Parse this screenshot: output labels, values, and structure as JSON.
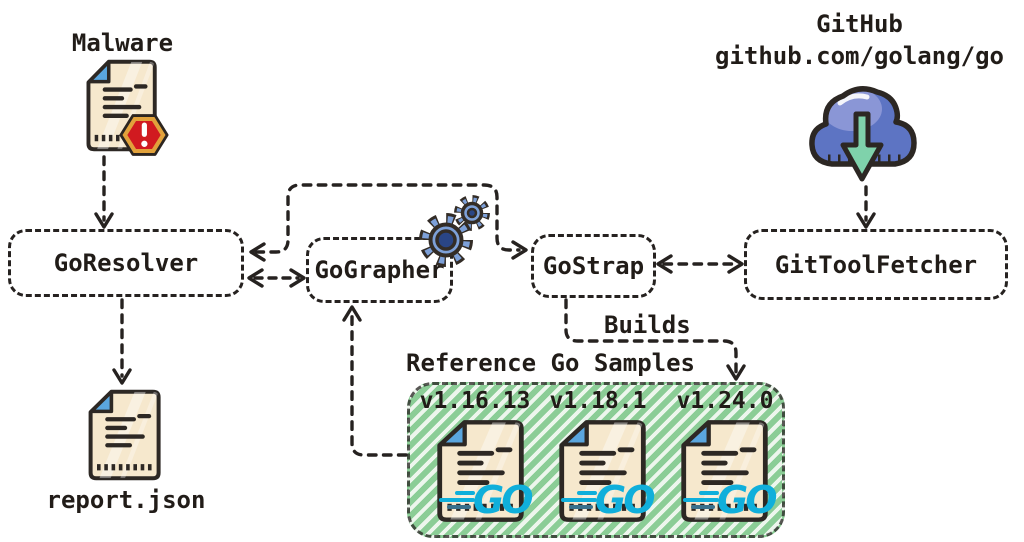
{
  "diagram": {
    "malware_label": "Malware",
    "github": {
      "name": "GitHub",
      "repo": "github.com/golang/go"
    },
    "nodes": {
      "goresolver": "GoResolver",
      "gographer": "GoGrapher",
      "gostrap": "GoStrap",
      "gittoolfetcher": "GitToolFetcher"
    },
    "report_label": "report.json",
    "builds_label": "Builds",
    "samples": {
      "title": "Reference Go Samples",
      "versions": [
        "v1.16.13",
        "v1.18.1",
        "v1.24.0"
      ],
      "file_logo": "GO"
    },
    "edges": [
      {
        "from": "Malware",
        "to": "GoResolver",
        "direction": "down"
      },
      {
        "from": "GoResolver",
        "to": "report.json",
        "direction": "down"
      },
      {
        "from": "GoResolver",
        "to": "GoGrapher",
        "direction": "both"
      },
      {
        "from": "GoResolver",
        "to": "GoStrap",
        "direction": "both",
        "route": "arc over GoGrapher"
      },
      {
        "from": "GoStrap",
        "to": "GitToolFetcher",
        "direction": "both"
      },
      {
        "from": "GitHub",
        "to": "GitToolFetcher",
        "direction": "down"
      },
      {
        "from": "GoStrap",
        "to": "Reference Go Samples",
        "direction": "down",
        "label": "Builds"
      },
      {
        "from": "Reference Go Samples",
        "to": "GoGrapher",
        "direction": "up"
      }
    ],
    "colors": {
      "ink": "#262220",
      "paper": "#f6e8cd",
      "fold_blue": "#5aa6df",
      "warning_red": "#d11a20",
      "warning_gold": "#e2a23b",
      "gear_blue": "#7da0d8",
      "gear_core": "#2a4585",
      "cloud_dark": "#5d74c3",
      "cloud_light": "#8a96d6",
      "download_green": "#7fd2ab",
      "go_cyan": "#10afdb",
      "hatch_green": "#8bcd96"
    }
  }
}
